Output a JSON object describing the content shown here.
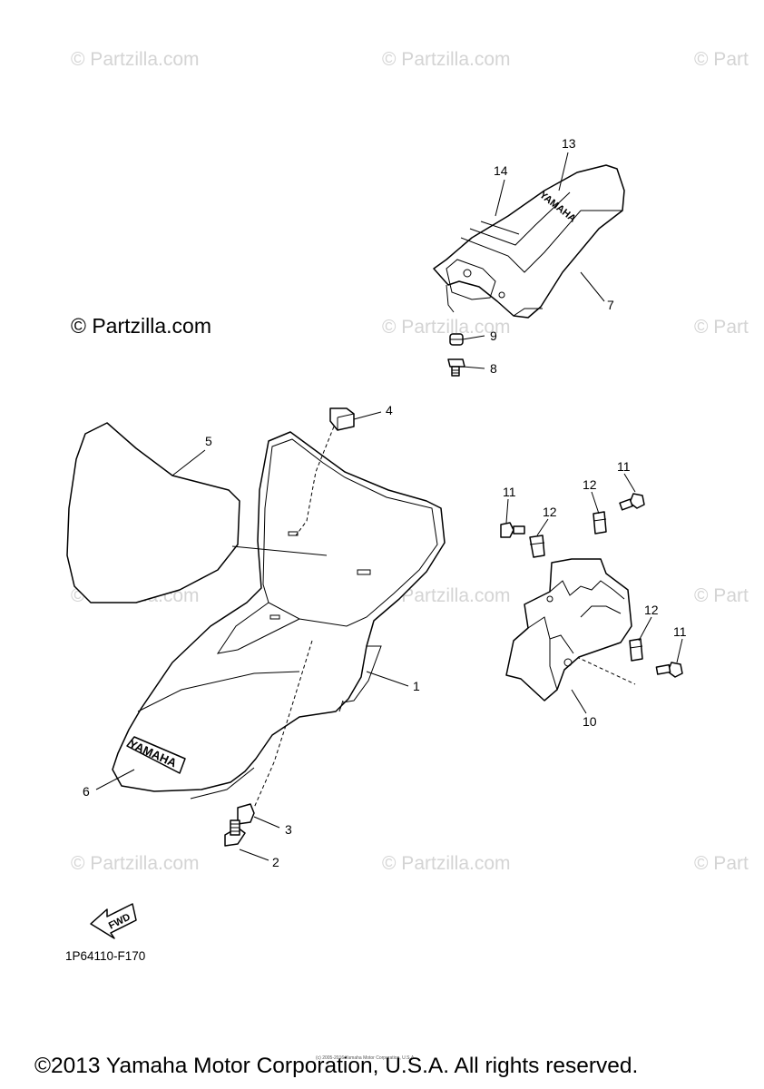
{
  "watermarks": [
    "© Partzilla.com",
    "© Partzilla.com",
    "© Part",
    "© Partzilla.com",
    "© Part",
    "© Partzilla.com",
    "© Partzilla.com",
    "© Part",
    "© Partzilla.com",
    "© Partzilla.com",
    "© Part"
  ],
  "main_watermark": "© Partzilla.com",
  "callouts": [
    "1",
    "2",
    "3",
    "4",
    "5",
    "6",
    "7",
    "8",
    "9",
    "10",
    "11",
    "11",
    "11",
    "12",
    "12",
    "12",
    "13",
    "14"
  ],
  "parts_text": {
    "seat_logo": "YAMAHA",
    "tail_logo": "YAMAHA",
    "fwd_label": "FWD"
  },
  "diagram_code": "1P64110-F170",
  "copyright": "©2013 Yamaha Motor Corporation, U.S.A. All rights reserved.",
  "fine_print": "(c) 2005-2016 Yamaha Motor Corporation, U.S.A."
}
